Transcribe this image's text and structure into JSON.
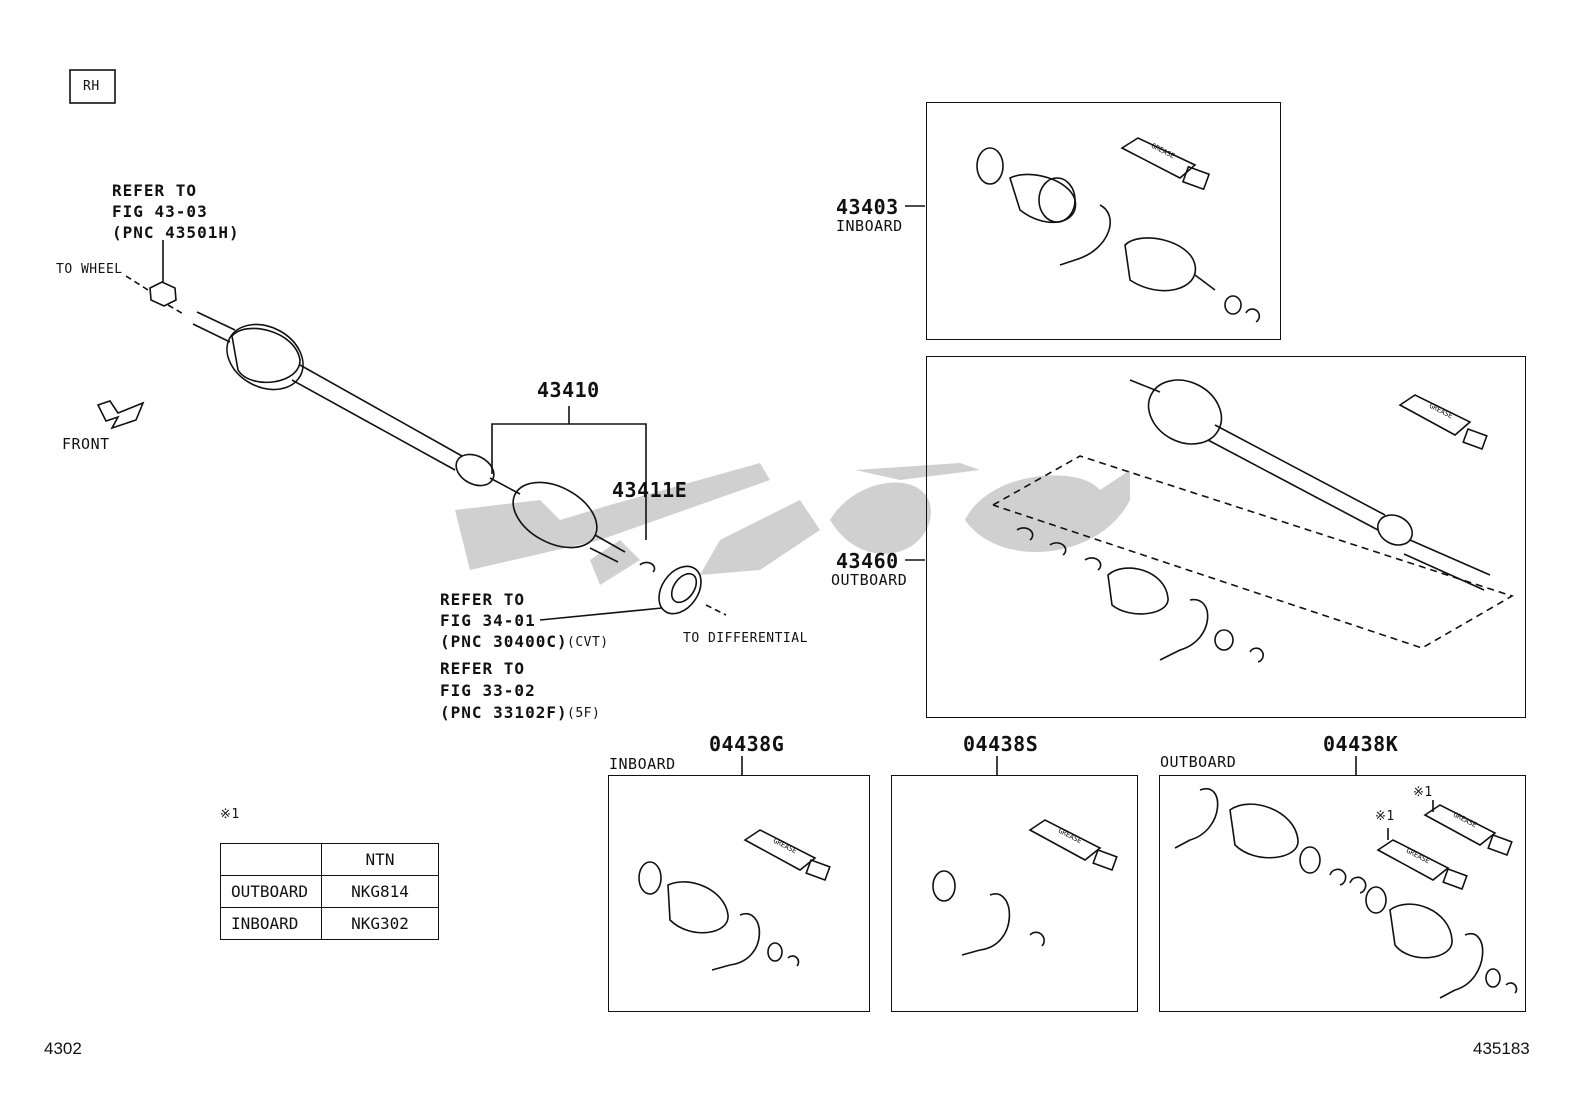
{
  "rh_badge": "RH",
  "ref_wheel": {
    "line1": "REFER TO",
    "line2": "FIG 43-03",
    "line3": "(PNC 43501H)"
  },
  "to_wheel": "TO WHEEL",
  "front_label": "FRONT",
  "part_43410": "43410",
  "part_43411e": "43411E",
  "ref_cvt": {
    "line1": "REFER TO",
    "line2": "FIG 34-01",
    "line3": "(PNC 30400C)",
    "suffix": "(CVT)"
  },
  "ref_5f": {
    "line1": "REFER TO",
    "line2": "FIG 33-02",
    "line3": "(PNC 33102F)",
    "suffix": "(5F)"
  },
  "to_differential": "TO DIFFERENTIAL",
  "part_43403": {
    "number": "43403",
    "label": "INBOARD"
  },
  "part_43460": {
    "number": "43460",
    "label": "OUTBOARD"
  },
  "part_04438g": {
    "number": "04438G",
    "label": "INBOARD"
  },
  "part_04438s": {
    "number": "04438S"
  },
  "part_04438k": {
    "number": "04438K",
    "label": "OUTBOARD",
    "note1": "※1",
    "note2": "※1"
  },
  "note_table": {
    "note_mark": "※1",
    "header": [
      "",
      "NTN"
    ],
    "rows": [
      [
        "OUTBOARD",
        "NKG814"
      ],
      [
        "INBOARD",
        "NKG302"
      ]
    ]
  },
  "grease_text": "GREASE",
  "footer_left": "4302",
  "footer_right": "435183",
  "watermark_color": "#c8c8c8"
}
